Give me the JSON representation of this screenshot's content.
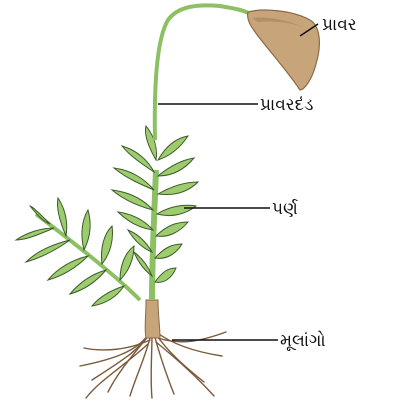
{
  "diagram": {
    "labels": {
      "capsule": "પ્રાવર",
      "seta": "પ્રાવરદંડ",
      "leaf": "પર્ણ",
      "rhizoids": "મૂલાંગો"
    },
    "colors": {
      "stem": "#8cc063",
      "stem_dark": "#5e8f3e",
      "leaf": "#9dcc6e",
      "leaf_dark": "#4f7f33",
      "capsule": "#c8a47a",
      "capsule_dark": "#8a6a45",
      "rhizoid": "#7a5a3a",
      "outline": "#3d5b2a"
    }
  }
}
